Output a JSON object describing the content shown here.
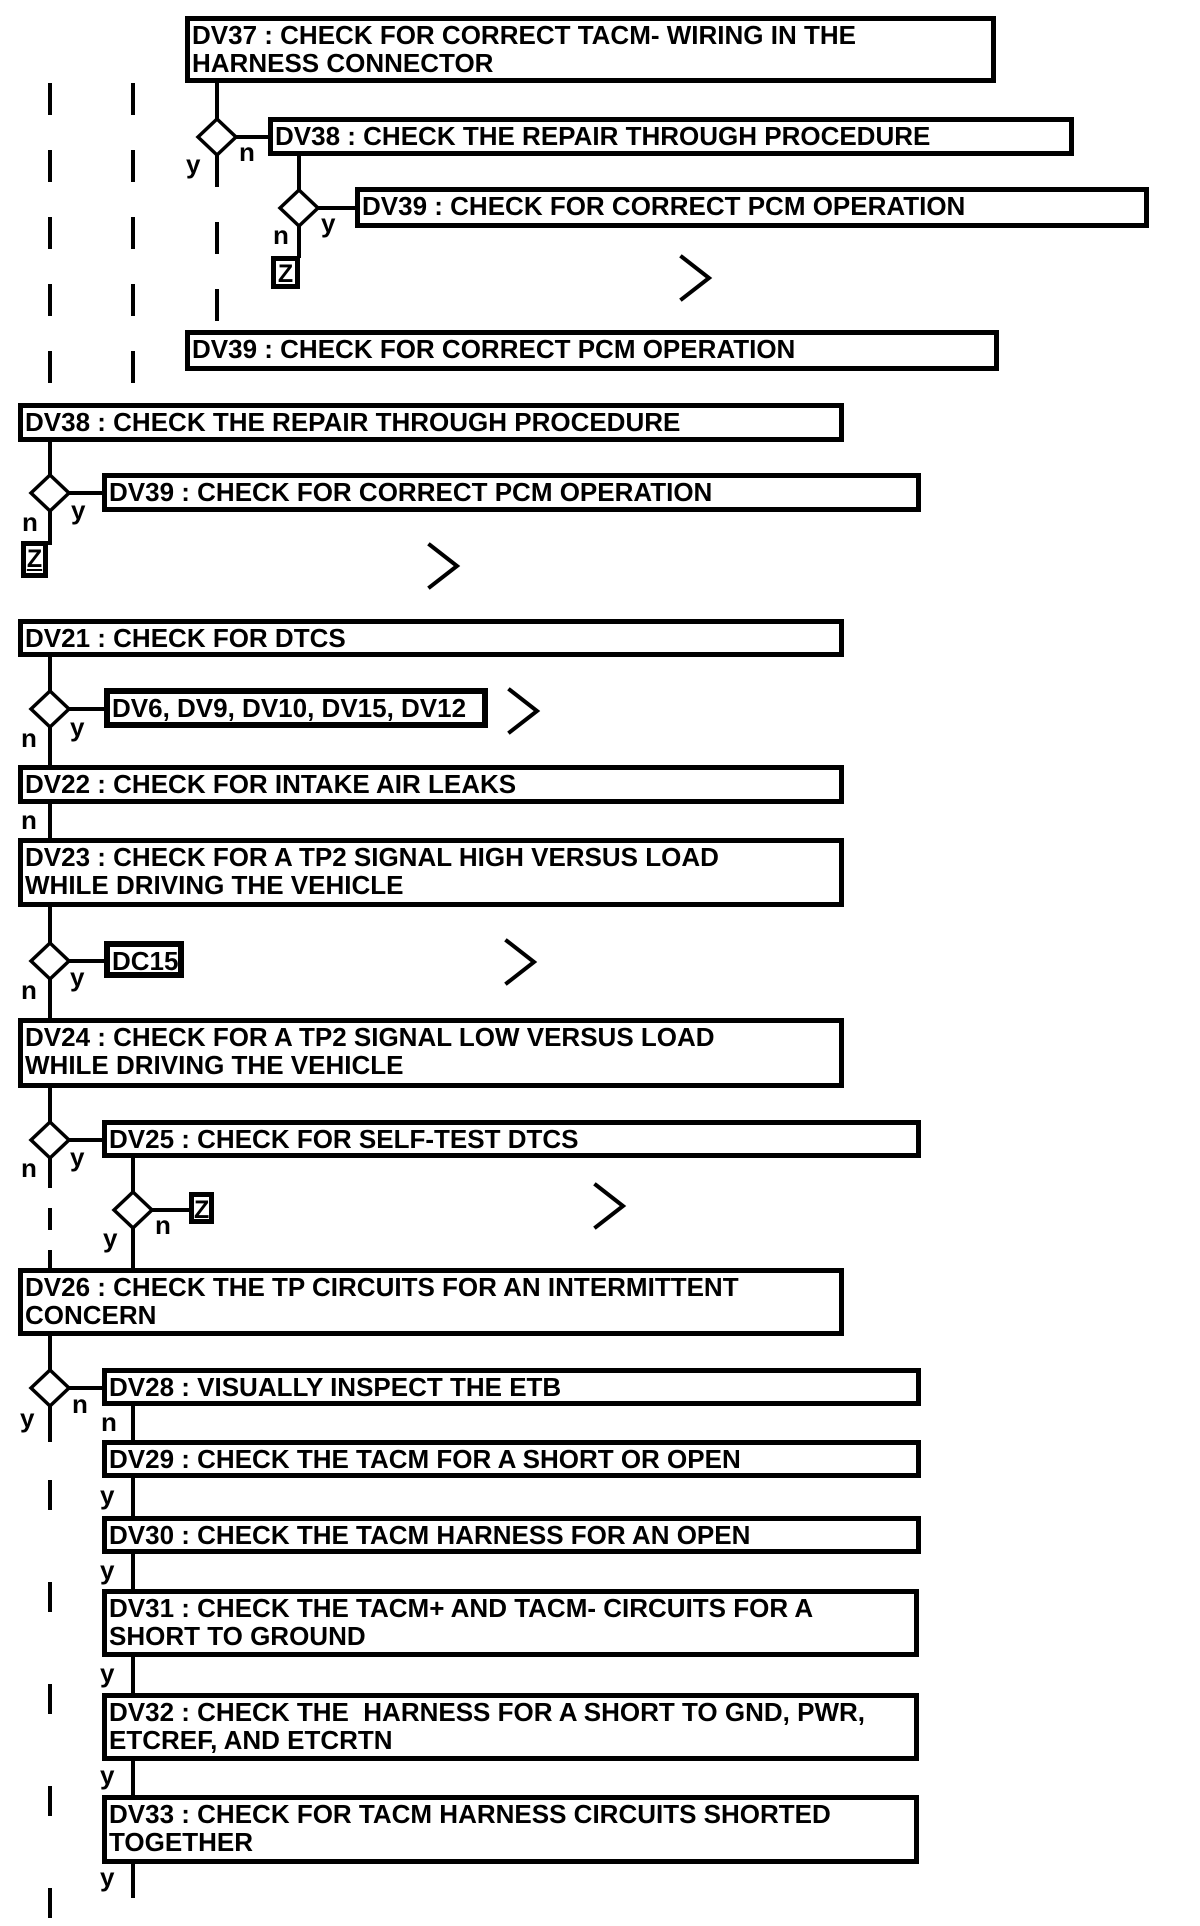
{
  "diagram_type": "diagnostic-flowchart",
  "boxes": [
    {
      "id": "DV37",
      "label": "DV37 : CHECK FOR CORRECT TACM- WIRING IN THE\nHARNESS CONNECTOR"
    },
    {
      "id": "DV38a",
      "label": "DV38 : CHECK THE REPAIR THROUGH PROCEDURE"
    },
    {
      "id": "DV39a",
      "label": "DV39 : CHECK FOR CORRECT PCM OPERATION"
    },
    {
      "id": "DV39b",
      "label": "DV39 : CHECK FOR CORRECT PCM OPERATION"
    },
    {
      "id": "DV38b",
      "label": "DV38 : CHECK THE REPAIR THROUGH PROCEDURE"
    },
    {
      "id": "DV39c",
      "label": "DV39 : CHECK FOR CORRECT PCM OPERATION"
    },
    {
      "id": "DV21",
      "label": "DV21 : CHECK FOR DTCS"
    },
    {
      "id": "DV6g",
      "label": "DV6, DV9, DV10, DV15, DV12"
    },
    {
      "id": "DV22",
      "label": "DV22 : CHECK FOR INTAKE AIR LEAKS"
    },
    {
      "id": "DV23",
      "label": "DV23 : CHECK FOR A TP2 SIGNAL HIGH VERSUS LOAD\nWHILE DRIVING THE VEHICLE"
    },
    {
      "id": "DC15",
      "label": "DC15"
    },
    {
      "id": "DV24",
      "label": "DV24 : CHECK FOR A TP2 SIGNAL LOW VERSUS LOAD\nWHILE DRIVING THE VEHICLE"
    },
    {
      "id": "DV25",
      "label": "DV25 : CHECK FOR SELF-TEST DTCS"
    },
    {
      "id": "DV26",
      "label": "DV26 : CHECK THE TP CIRCUITS FOR AN INTERMITTENT\nCONCERN"
    },
    {
      "id": "DV28",
      "label": "DV28 : VISUALLY INSPECT THE ETB"
    },
    {
      "id": "DV29",
      "label": "DV29 : CHECK THE TACM FOR A SHORT OR OPEN"
    },
    {
      "id": "DV30",
      "label": "DV30 : CHECK THE TACM HARNESS FOR AN OPEN"
    },
    {
      "id": "DV31",
      "label": "DV31 : CHECK THE TACM+ AND TACM- CIRCUITS FOR A\nSHORT TO GROUND"
    },
    {
      "id": "DV32",
      "label": "DV32 : CHECK THE  HARNESS FOR A SHORT TO GND, PWR,\nETCREF, AND ETCRTN"
    },
    {
      "id": "DV33",
      "label": "DV33 : CHECK FOR TACM HARNESS CIRCUITS SHORTED\nTOGETHER"
    }
  ],
  "offpage_connector_label": "Z",
  "branch_yes_label": "y",
  "branch_no_label": "n",
  "colors": {
    "line": "#000000",
    "background": "#ffffff",
    "box_fill": "#ffffff"
  }
}
